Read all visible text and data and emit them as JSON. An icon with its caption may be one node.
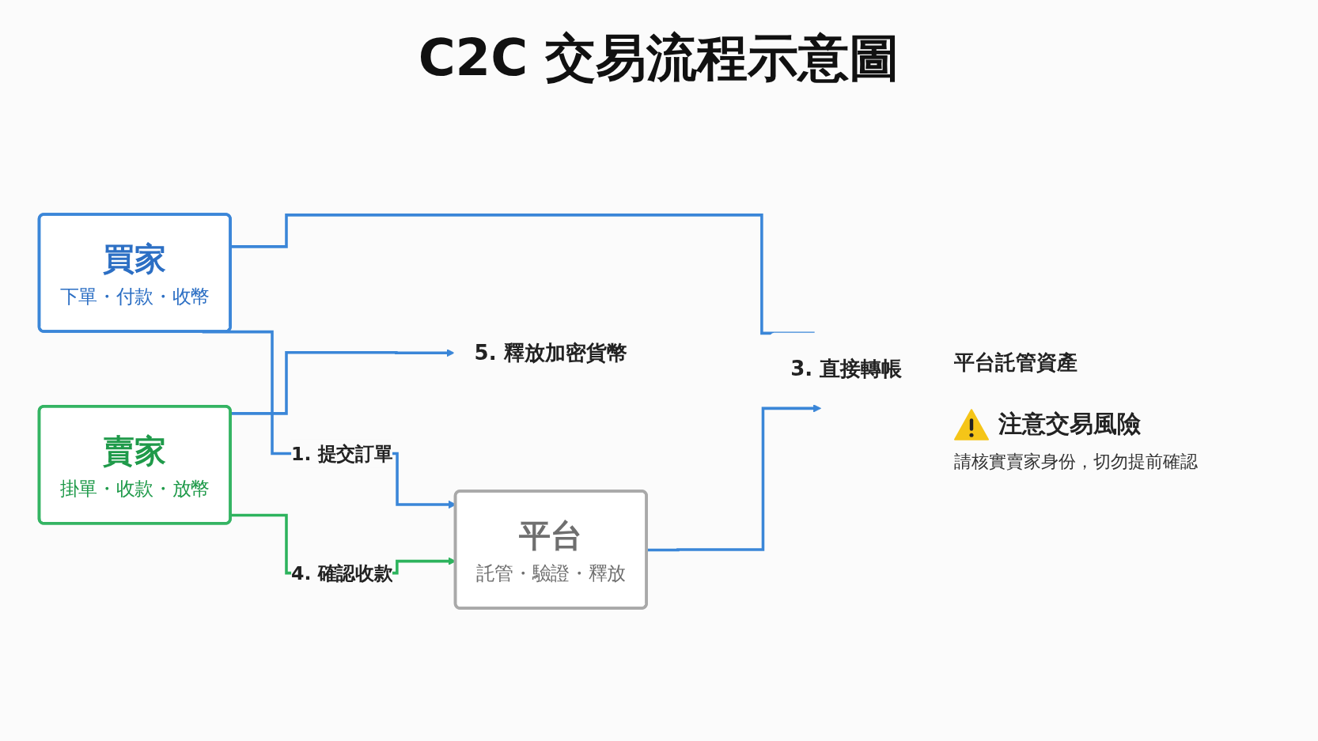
{
  "diagram": {
    "title": "C2C 交易流程示意圖",
    "nodes": [
      {
        "text": [
          "買家",
          "下單・付款・收幣"
        ]
      },
      {
        "text": [
          "平台",
          "託管・驗證・釋放"
        ]
      },
      {
        "text": [
          "賣家",
          "掛單・收款・放幣"
        ]
      },
      {
        "text": [
          "3. 直接轉帳"
        ]
      },
      {
        "text": [
          "5. 釋放加密貨幣"
        ]
      }
    ],
    "edges": [
      {
        "from": 0,
        "to": 1,
        "arrow": "to",
        "label": "1. 提交訂單"
      },
      {
        "from": 2,
        "to": 1,
        "arrow": "to",
        "label": "4. 確認收款",
        "color": "#2db35d"
      },
      {
        "from": 0,
        "to": 3,
        "arrow": "none"
      },
      {
        "from": 1,
        "to": 3,
        "arrow": "to"
      },
      {
        "from": 2,
        "to": 4,
        "arrow": "to"
      }
    ],
    "labels": [
      "平台託管資產",
      "注意交易風險",
      "請核實賣家身份，切勿提前確認"
    ]
  }
}
